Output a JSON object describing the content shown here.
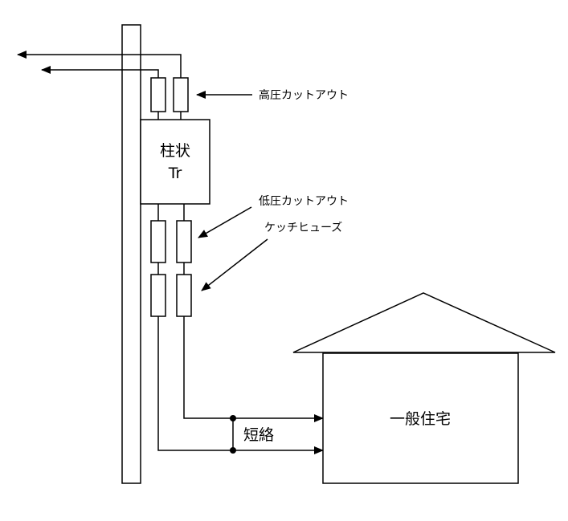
{
  "diagram": {
    "transformer": {
      "line1": "柱状",
      "line2": "Tr"
    },
    "labels": {
      "high_voltage_cutout": "高圧カットアウト",
      "low_voltage_cutout": "低圧カットアウト",
      "catch_fuse": "ケッチヒューズ",
      "short_circuit": "短絡",
      "house": "一般住宅"
    }
  }
}
